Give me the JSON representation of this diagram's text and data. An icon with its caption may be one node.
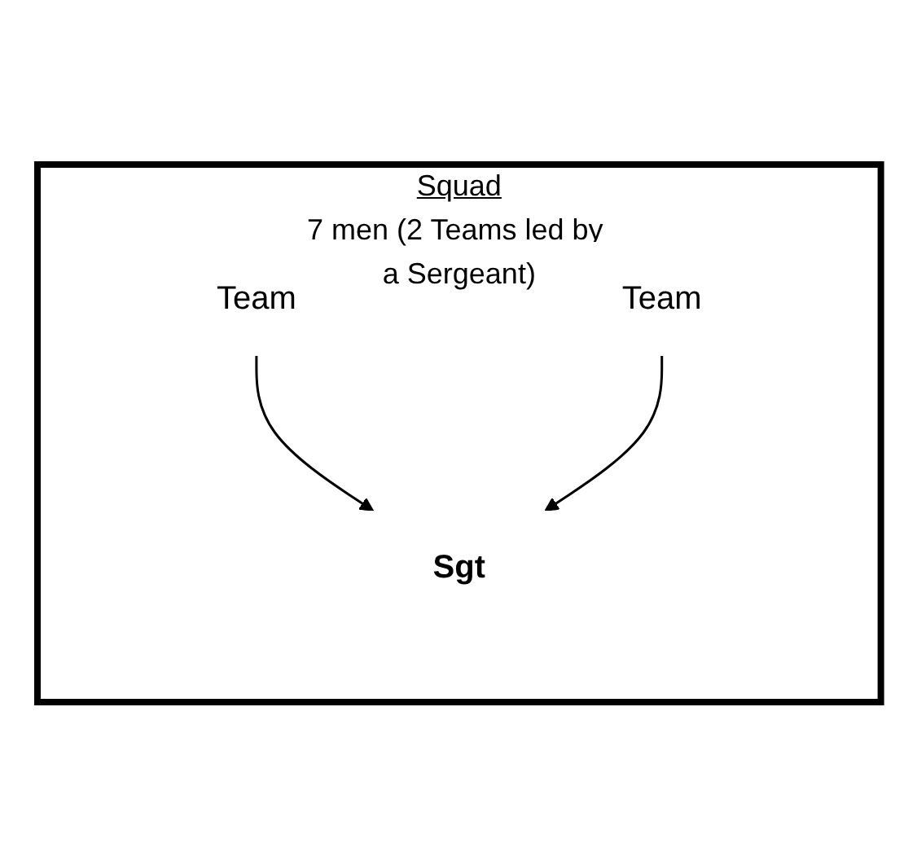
{
  "diagram": {
    "nodes": [
      {
        "text": [
          "Squad",
          "7 men (2 Teams led by a Sergeant)"
        ]
      },
      {
        "text": [
          "Sgt"
        ],
        "in": 0
      },
      {
        "text": [
          "Team"
        ],
        "in": 0
      },
      {
        "text": [
          "Team"
        ],
        "in": 0
      }
    ],
    "edges": [
      {
        "from": 2,
        "to": 1,
        "arrow": "to"
      },
      {
        "from": 3,
        "to": 1,
        "arrow": "to"
      }
    ]
  }
}
